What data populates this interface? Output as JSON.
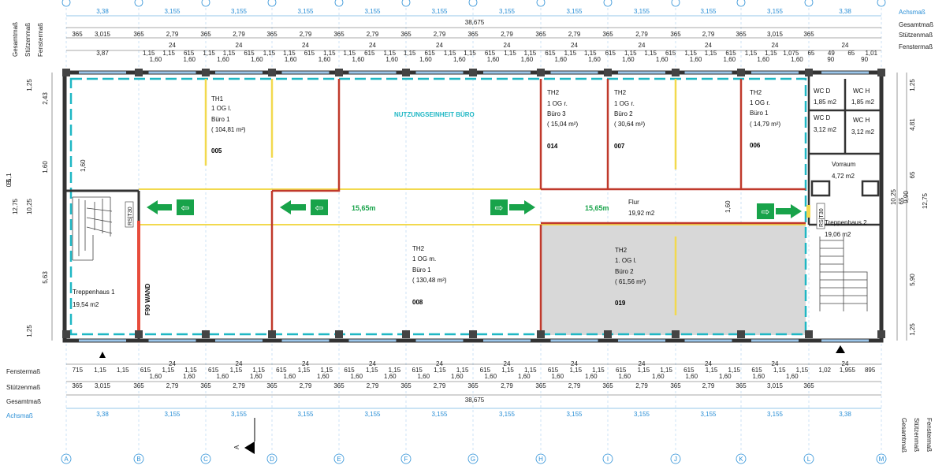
{
  "axes": [
    "A",
    "B",
    "C",
    "D",
    "E",
    "F",
    "G",
    "H",
    "I",
    "J",
    "K",
    "L",
    "M"
  ],
  "row_labels": {
    "achsmass": "Achsmaß",
    "gesamtmass": "Gesamtmaß",
    "stuetzenmass": "Stützenmaß",
    "fenstermass": "Fenstermaß"
  },
  "axis_dims": [
    "3,38",
    "3,155",
    "3,155",
    "3,155",
    "3,155",
    "3,155",
    "3,155",
    "3,155",
    "3,155",
    "3,155",
    "3,155",
    "3,38"
  ],
  "total": "38,675",
  "top_stuetzen": [
    "365",
    "3,015",
    "365",
    "2,79",
    "365",
    "2,79",
    "365",
    "2,79",
    "365",
    "2,79",
    "365",
    "2,79",
    "365",
    "2,79",
    "365",
    "2,79",
    "365",
    "2,79",
    "365",
    "2,79",
    "365",
    "3,015",
    "365"
  ],
  "bottom_stuetzen": [
    "365",
    "3,015",
    "365",
    "2,79",
    "365",
    "2,79",
    "365",
    "2,79",
    "365",
    "2,79",
    "365",
    "2,79",
    "365",
    "2,79",
    "365",
    "2,79",
    "365",
    "2,79",
    "365",
    "2,79",
    "365",
    "3,015",
    "365"
  ],
  "top_fenster_upper": [
    "24",
    "24",
    "24",
    "24",
    "24",
    "24",
    "24",
    "24",
    "24",
    "24",
    "24"
  ],
  "top_fenster_mid": [
    "1,15",
    "1,15",
    "615",
    "1,15",
    "1,15",
    "615",
    "1,15",
    "1,15",
    "615",
    "1,15",
    "1,15",
    "615",
    "1,15",
    "1,15",
    "615",
    "1,15",
    "1,15",
    "615",
    "1,15",
    "1,15",
    "615",
    "1,15",
    "1,15",
    "615",
    "1,15",
    "1,15",
    "615",
    "1,15",
    "1,15",
    "615",
    "1,15",
    "1,15",
    "1,075",
    "65",
    "49",
    "65",
    "1,01"
  ],
  "top_fenster_low": [
    "3,87",
    "1,60",
    "1,60",
    "1,60",
    "1,60",
    "1,60",
    "1,60",
    "1,60",
    "1,60",
    "1,60",
    "1,60",
    "1,60",
    "1,60",
    "1,60",
    "1,60",
    "1,60",
    "1,60",
    "1,60",
    "1,60",
    "1,60",
    "1,60",
    "90",
    "90"
  ],
  "bottom_fenster_mid": [
    "715",
    "1,15",
    "1,15",
    "615",
    "1,15",
    "1,15",
    "615",
    "1,15",
    "1,15",
    "615",
    "1,15",
    "1,15",
    "615",
    "1,15",
    "1,15",
    "615",
    "1,15",
    "1,15",
    "615",
    "1,15",
    "1,15",
    "615",
    "1,15",
    "1,15",
    "615",
    "1,15",
    "1,15",
    "615",
    "1,15",
    "1,15",
    "615",
    "1,15",
    "1,15",
    "1,02",
    "1,955",
    "895"
  ],
  "bottom_fenster_upper": [
    "24",
    "24",
    "24",
    "24",
    "24",
    "24",
    "24",
    "24",
    "24",
    "24",
    "24"
  ],
  "bottom_fenster_low": [
    "1,60",
    "1,60",
    "1,60",
    "1,60",
    "1,60",
    "1,60",
    "1,60",
    "1,60",
    "1,60",
    "1,60",
    "1,60",
    "1,60",
    "1,60",
    "1,60",
    "1,60",
    "1,60",
    "1,60",
    "1,60",
    "1,60",
    "1,60"
  ],
  "left_dims": [
    "1,25",
    "2,43",
    "1,60",
    "1,1",
    "5",
    "6",
    "0",
    "12,75",
    "10,25",
    "5,63",
    "1,25"
  ],
  "right_dims": [
    "1,25",
    "4,81",
    "65",
    "10,25",
    "65",
    "9,90",
    "12,75",
    "5,90",
    "1,25"
  ],
  "rooms": [
    {
      "line1": "TH1",
      "line2": "1 OG l.",
      "line3": "Büro 1",
      "line4": "( 104,81 m²)",
      "num": "005"
    },
    {
      "line1": "TH2",
      "line2": "1 OG r.",
      "line3": "Büro 3",
      "line4": "( 15,04 m²)",
      "num": "014"
    },
    {
      "line1": "TH2",
      "line2": "1 OG r.",
      "line3": "Büro 2",
      "line4": "( 30,64 m²)",
      "num": "007"
    },
    {
      "line1": "TH2",
      "line2": "1 OG r.",
      "line3": "Büro 1",
      "line4": "( 14,79 m²)",
      "num": "006"
    },
    {
      "line1": "TH2",
      "line2": "1 OG m.",
      "line3": "Büro 1",
      "line4": "( 130,48 m²)",
      "num": "008"
    },
    {
      "line1": "TH2",
      "line2": "1. OG l.",
      "line3": "Büro 2",
      "line4": "( 61,56 m²)",
      "num": "019"
    }
  ],
  "wc": {
    "wcd1": "WC D",
    "wcd1a": "1,85 m2",
    "wch1": "WC H",
    "wch1a": "1,85 m2",
    "wcd2": "WC D",
    "wcd2a": "3,12 m2",
    "wch2": "WC H",
    "wch2a": "3,12 m2"
  },
  "vorraum": {
    "name": "Vorraum",
    "area": "4,72 m2"
  },
  "flur": {
    "name": "Flur",
    "area": "19,92 m2"
  },
  "treppe1": {
    "name": "Treppenhaus 1",
    "area": "19,54 m2"
  },
  "treppe2": {
    "name": "Treppenhaus 2",
    "area": "19,06 m2"
  },
  "nutzung": "NUTZUNGSEINHEIT BÜRO",
  "distances": [
    "15,65m",
    "15,65m"
  ],
  "rs_label": "RS|T30",
  "f90": "F90 WAND",
  "dim_160": [
    "1,60",
    "1,60"
  ],
  "section_mark": "A",
  "colors": {
    "axis": "#2b8fd6",
    "wall": "#333333",
    "red": "#c0392b",
    "yellow": "#f2d94e",
    "green": "#18a34a",
    "cyan": "#1fb7c4",
    "gray": "#d8d8d8"
  }
}
